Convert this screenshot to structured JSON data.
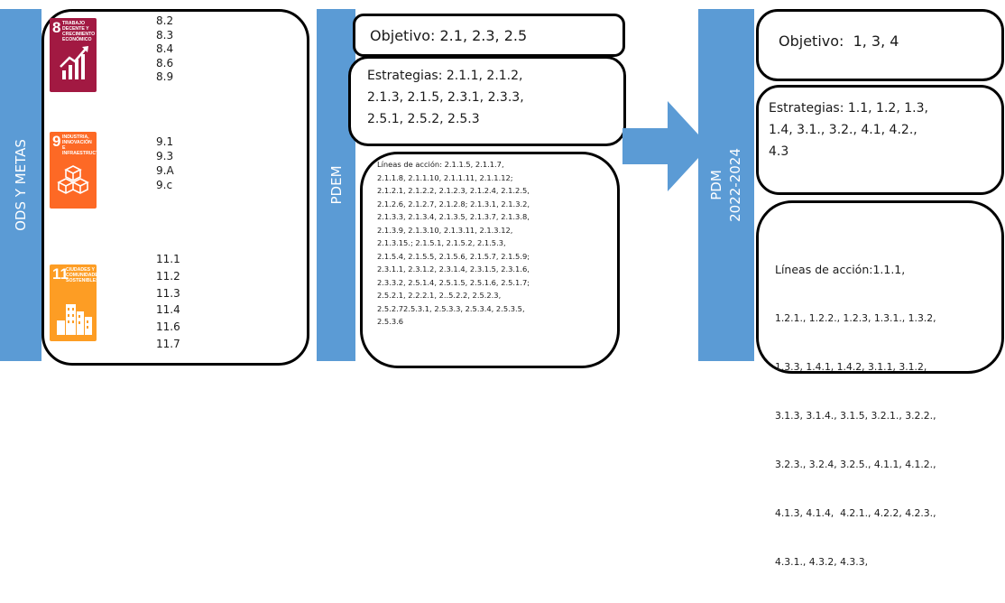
{
  "columns": {
    "ods": "ODS Y METAS",
    "pdem": "PDEM",
    "pdm": "PDM",
    "pdm_years": "2022-2024"
  },
  "sdgs": [
    {
      "number": "8",
      "title": "TRABAJO DECENTE Y CRECIMIENTO ECONÓMICO",
      "color": "#a21942",
      "targets": [
        "8.2",
        "8.3",
        "8.4",
        "8.6",
        "8.9"
      ]
    },
    {
      "number": "9",
      "title": "INDUSTRIA, INNOVACIÓN E INFRAESTRUCTURAS",
      "color": "#fd6925",
      "targets": [
        "9.1",
        "9.3",
        "9.A",
        "9.c"
      ]
    },
    {
      "number": "11",
      "title": "CIUDADES Y COMUNIDADES SOSTENIBLES",
      "color": "#fd9d24",
      "targets": [
        "11.1",
        "11.2",
        "11.3",
        "11.4",
        "11.6",
        "11.7"
      ]
    }
  ],
  "pdem": {
    "objetivo": "Objetivo: 2.1, 2.3, 2.5",
    "estrategias": [
      "Estrategias: 2.1.1, 2.1.2,",
      "2.1.3, 2.1.5, 2.3.1, 2.3.3,",
      "2.5.1, 2.5.2, 2.5.3"
    ],
    "lineas": [
      "Líneas de acción: 2.1.1.5, 2.1.1.7,",
      "2.1.1.8, 2.1.1.10, 2.1.1.11, 2.1.1.12;",
      "2.1.2.1, 2.1.2.2, 2.1.2.3, 2.1.2.4, 2.1.2.5,",
      "2.1.2.6, 2.1.2.7, 2.1.2.8; 2.1.3.1, 2.1.3.2,",
      "2.1.3.3, 2.1.3.4, 2.1.3.5, 2.1.3.7, 2.1.3.8,",
      "2.1.3.9, 2.1.3.10, 2.1.3.11, 2.1.3.12,",
      "2.1.3.15.; 2.1.5.1, 2.1.5.2, 2.1.5.3,",
      "2.1.5.4, 2.1.5.5, 2.1.5.6, 2.1.5.7, 2.1.5.9;",
      "2.3.1.1, 2.3.1.2, 2.3.1.4, 2.3.1.5, 2.3.1.6,",
      "2.3.3.2, 2.5.1.4, 2.5.1.5, 2.5.1.6, 2.5.1.7;",
      "2.5.2.1, 2.2.2.1, 2..5.2.2, 2.5.2.3,",
      "2.5.2.72.5.3.1, 2.5.3.3, 2.5.3.4, 2.5.3.5,",
      "2.5.3.6"
    ]
  },
  "pdm": {
    "objetivo": "Objetivo:  1, 3, 4",
    "estrategias": [
      "Estrategias: 1.1, 1.2, 1.3,",
      "1.4, 3.1., 3.2., 4.1, 4.2.,",
      "4.3"
    ],
    "lineas": [
      "Líneas de acción:1.1.1,",
      "1.2.1., 1.2.2., 1.2.3, 1.3.1., 1.3.2,",
      "1.3.3, 1.4.1, 1.4.2, 3.1.1, 3.1.2,",
      "3.1.3, 3.1.4., 3.1.5, 3.2.1., 3.2.2.,",
      "3.2.3., 3.2.4, 3.2.5., 4.1.1, 4.1.2.,",
      "4.1.3, 4.1.4,  4.2.1., 4.2.2, 4.2.3.,",
      "4.3.1., 4.3.2, 4.3.3,"
    ]
  }
}
